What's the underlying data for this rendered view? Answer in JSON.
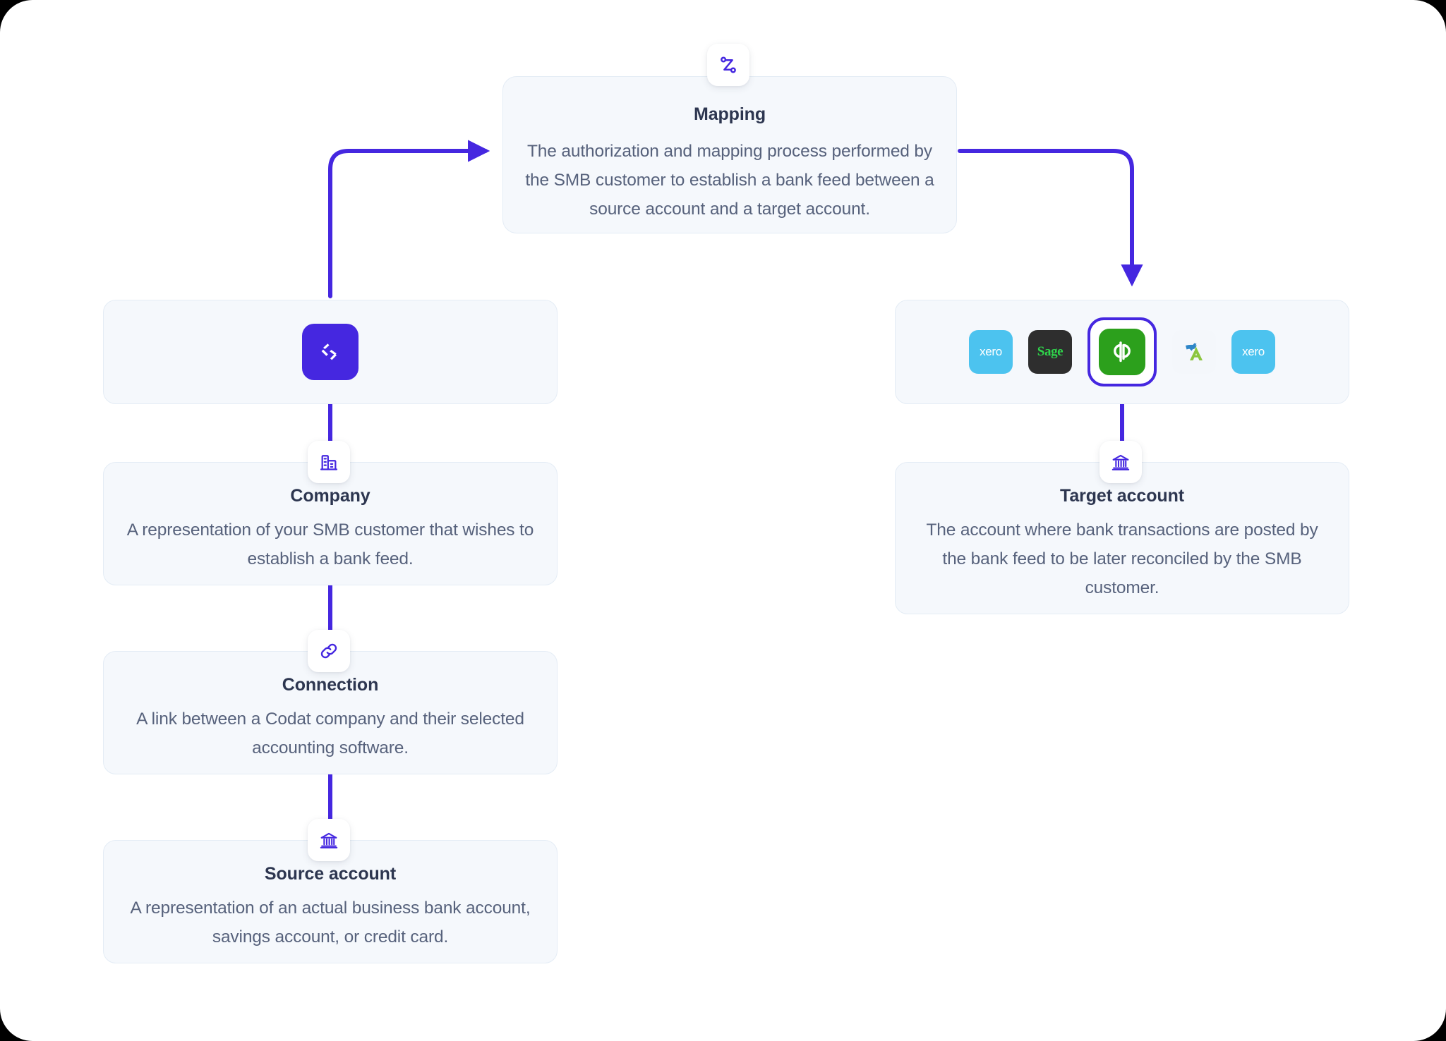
{
  "diagram": {
    "accent_color": "#4527e0",
    "card_bg": "#f5f8fc",
    "card_border": "#e4ecf5",
    "title_color": "#2d3650",
    "body_color": "#57627c"
  },
  "mapping": {
    "icon": "mapping-shuffle-icon",
    "title": "Mapping",
    "description": "The authorization and mapping process performed by the SMB customer to establish a bank feed between a source account and a target account."
  },
  "codat": {
    "icon": "codat-logo-icon",
    "brand_color": "#4527e0"
  },
  "integrations": {
    "logos": [
      {
        "name": "xero-logo",
        "label": "xero",
        "bg": "#4cc3ef",
        "selected": false
      },
      {
        "name": "sage-logo",
        "label": "Sage",
        "bg": "#2e2e2e",
        "selected": false
      },
      {
        "name": "quickbooks-logo",
        "label": "qb",
        "bg": "#2ca01c",
        "selected": true
      },
      {
        "name": "freeagent-logo",
        "label": "",
        "bg": "#f4f7fb",
        "selected": false
      },
      {
        "name": "xero-logo",
        "label": "xero",
        "bg": "#4cc3ef",
        "selected": false
      }
    ]
  },
  "company": {
    "icon": "office-building-icon",
    "title": "Company",
    "description": "A representation of your SMB customer that wishes to establish a bank feed."
  },
  "connection": {
    "icon": "link-chain-icon",
    "title": "Connection",
    "description": "A link between a Codat company and their selected accounting software."
  },
  "source_account": {
    "icon": "bank-institution-icon",
    "title": "Source account",
    "description": "A representation of an actual business bank account, savings account, or credit card."
  },
  "target_account": {
    "icon": "bank-institution-icon",
    "title": "Target account",
    "description": "The account where bank transactions are posted by the bank feed to be later reconciled by the SMB customer."
  }
}
